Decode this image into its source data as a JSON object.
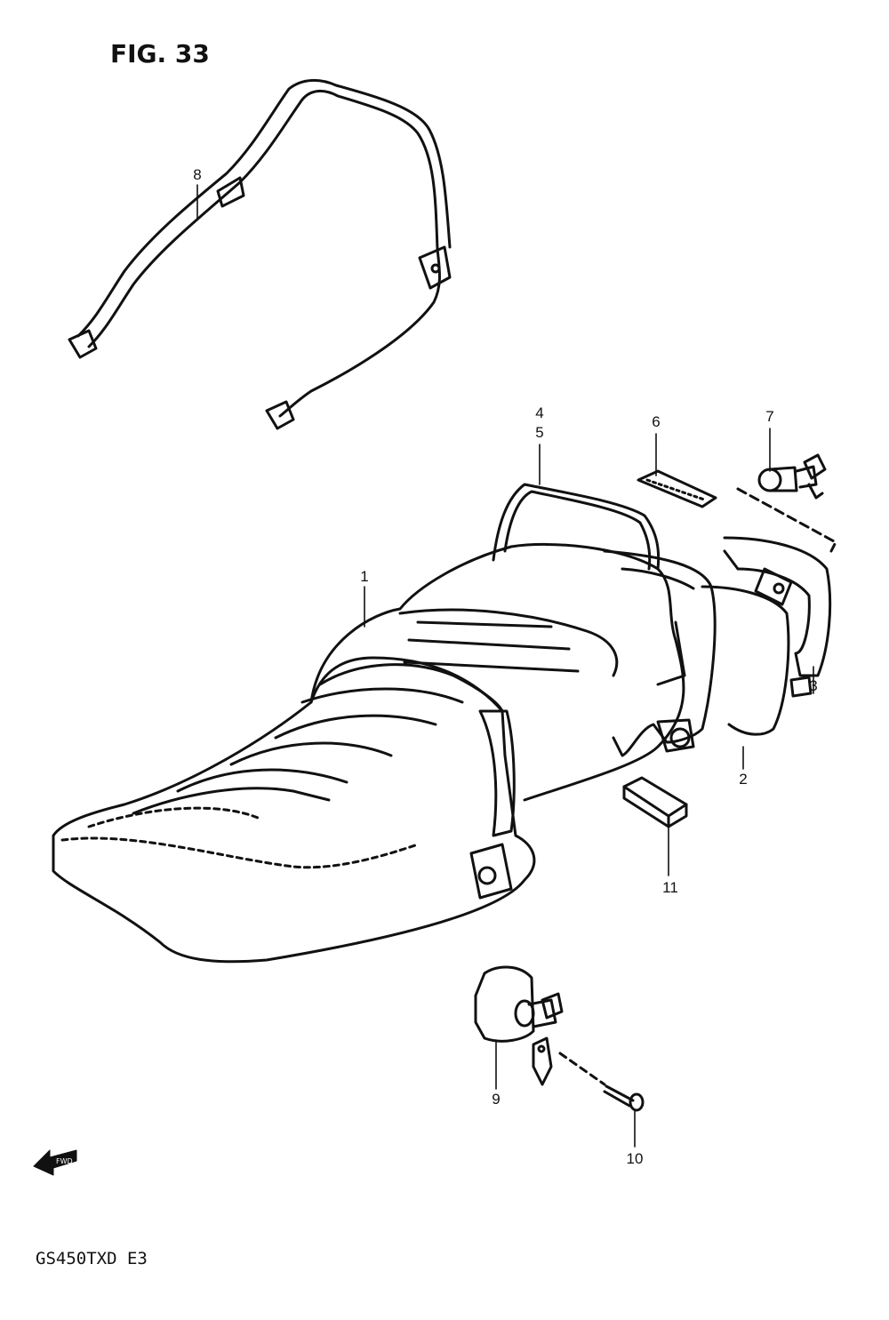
{
  "figure": {
    "title": "FIG. 33",
    "model_code": "GS450TXD E3",
    "fwd_marker": "FWD"
  },
  "callouts": [
    {
      "id": "c1",
      "label": "1"
    },
    {
      "id": "c2",
      "label": "2"
    },
    {
      "id": "c3",
      "label": "3"
    },
    {
      "id": "c4",
      "label": "4"
    },
    {
      "id": "c5",
      "label": "5"
    },
    {
      "id": "c6",
      "label": "6"
    },
    {
      "id": "c7",
      "label": "7"
    },
    {
      "id": "c8",
      "label": "8"
    },
    {
      "id": "c9",
      "label": "9"
    },
    {
      "id": "c10",
      "label": "10"
    },
    {
      "id": "c11",
      "label": "11"
    }
  ],
  "colors": {
    "ink": "#111111",
    "paper": "#ffffff"
  }
}
